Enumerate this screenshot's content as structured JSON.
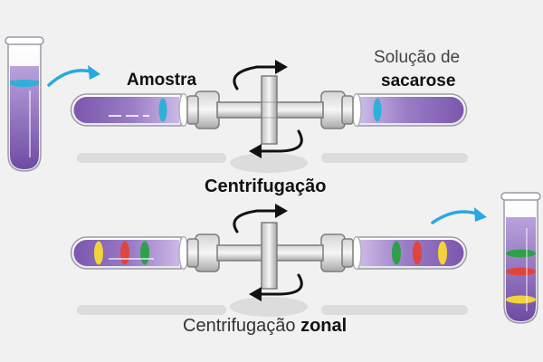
{
  "labels": {
    "sample": "Amostra",
    "solution_line1": "Solução de",
    "solution_line2": "sacarose",
    "centrifugation": "Centrifugação",
    "zonal_prefix": "Centrifugação ",
    "zonal_bold": "zonal"
  },
  "colors": {
    "background": "#f1f1f1",
    "liquid_purple": "#8a69b8",
    "sample_band": "#2fb0d8",
    "arrow_blue": "#27a9e1",
    "band_yellow": "#f2d33b",
    "band_red": "#e0443e",
    "band_green": "#2ea04a",
    "rotation_arrow": "#111111"
  },
  "icons": [
    "blue-arrow-icon",
    "rotation-arrow-icon"
  ]
}
